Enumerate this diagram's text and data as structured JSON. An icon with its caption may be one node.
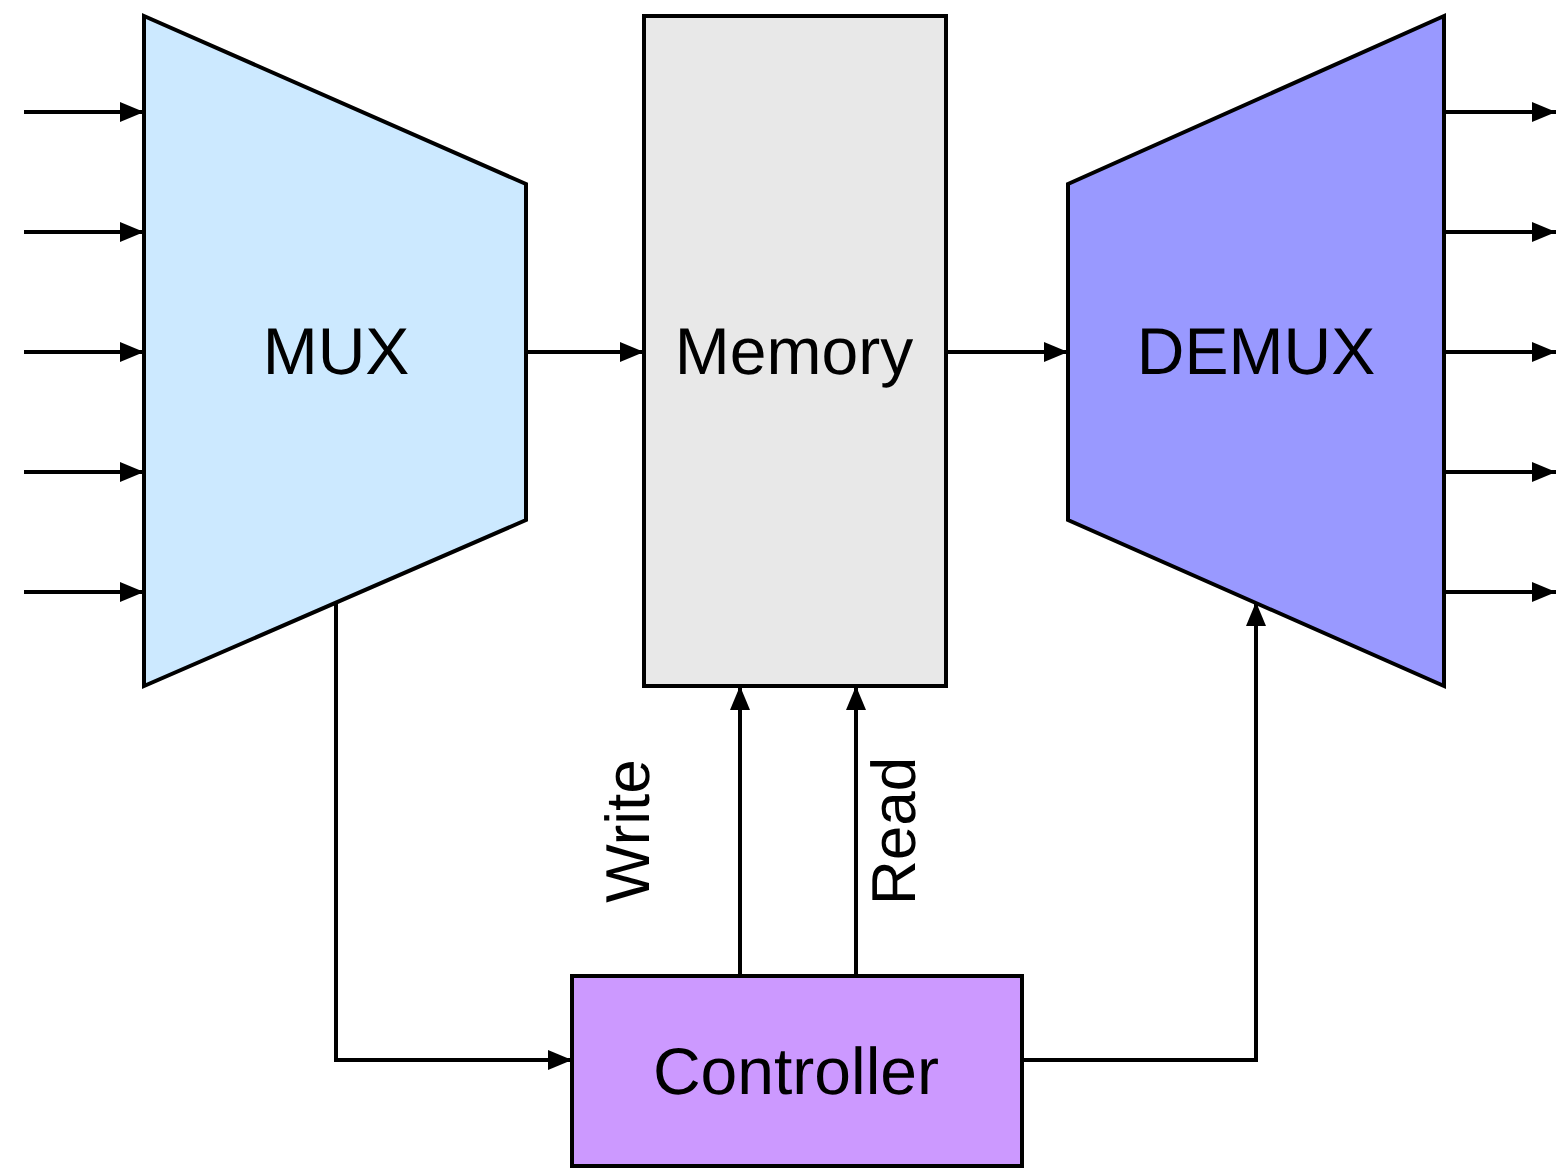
{
  "diagram": {
    "nodes": [
      {
        "text": [
          "MUX"
        ]
      },
      {
        "text": [
          "Memory"
        ]
      },
      {
        "text": [
          "DEMUX"
        ]
      },
      {
        "text": [
          "Controller"
        ]
      }
    ],
    "edges": [
      {
        "from": null,
        "to": 0,
        "arrow": "to"
      },
      {
        "from": null,
        "to": 0,
        "arrow": "to"
      },
      {
        "from": null,
        "to": 0,
        "arrow": "to"
      },
      {
        "from": null,
        "to": 0,
        "arrow": "to"
      },
      {
        "from": null,
        "to": 0,
        "arrow": "to"
      },
      {
        "from": 2,
        "to": null,
        "arrow": "to"
      },
      {
        "from": 2,
        "to": null,
        "arrow": "to"
      },
      {
        "from": 2,
        "to": null,
        "arrow": "to"
      },
      {
        "from": 2,
        "to": null,
        "arrow": "to"
      },
      {
        "from": 2,
        "to": null,
        "arrow": "to"
      },
      {
        "from": 0,
        "to": 1,
        "arrow": "to"
      },
      {
        "from": 1,
        "to": 2,
        "arrow": "to"
      },
      {
        "from": 0,
        "to": 3,
        "arrow": "to"
      },
      {
        "from": 3,
        "to": 1,
        "arrow": "to",
        "label": "Write"
      },
      {
        "from": 3,
        "to": 1,
        "arrow": "to",
        "label": "Read"
      },
      {
        "from": 3,
        "to": 2,
        "arrow": "to"
      }
    ]
  }
}
